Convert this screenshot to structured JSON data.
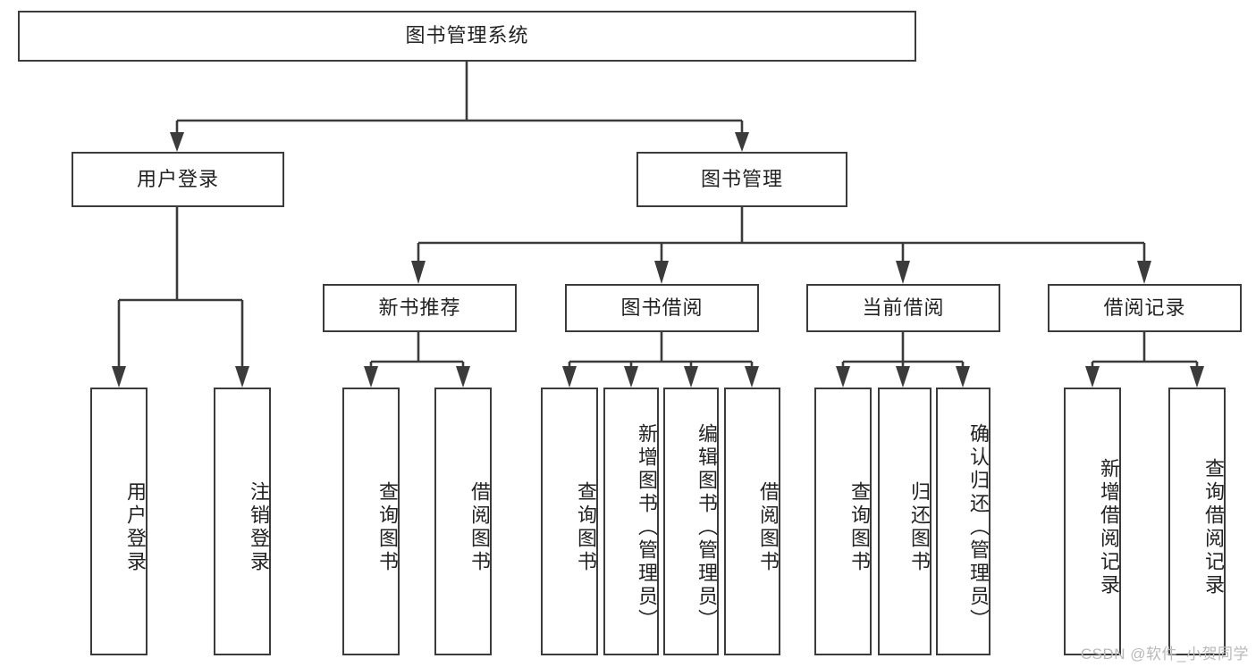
{
  "diagram": {
    "title": "图书管理系统",
    "type": "hierarchy-tree",
    "watermark": "CSDN @软件_小贺同学",
    "colors": {
      "stroke": "#3b3b3b",
      "fill": "#ffffff",
      "text": "#222222",
      "watermark": "#b9b9b9"
    },
    "root": {
      "label": "图书管理系统"
    },
    "level2": [
      {
        "label": "用户登录"
      },
      {
        "label": "图书管理"
      }
    ],
    "level3": [
      {
        "label": "新书推荐"
      },
      {
        "label": "图书借阅"
      },
      {
        "label": "当前借阅"
      },
      {
        "label": "借阅记录"
      }
    ],
    "leaves": {
      "user_login": [
        {
          "label": "用户登录"
        },
        {
          "label": "注销登录"
        }
      ],
      "new_book_recommend": [
        {
          "label": "查询图书"
        },
        {
          "label": "借阅图书"
        }
      ],
      "book_borrow": [
        {
          "label": "查询图书"
        },
        {
          "label": "新增图书（管理员）"
        },
        {
          "label": "编辑图书（管理员）"
        },
        {
          "label": "借阅图书"
        }
      ],
      "current_borrow": [
        {
          "label": "查询图书"
        },
        {
          "label": "归还图书"
        },
        {
          "label": "确认归还（管理员）"
        }
      ],
      "borrow_record": [
        {
          "label": "新增借阅记录"
        },
        {
          "label": "查询借阅记录"
        }
      ]
    }
  }
}
